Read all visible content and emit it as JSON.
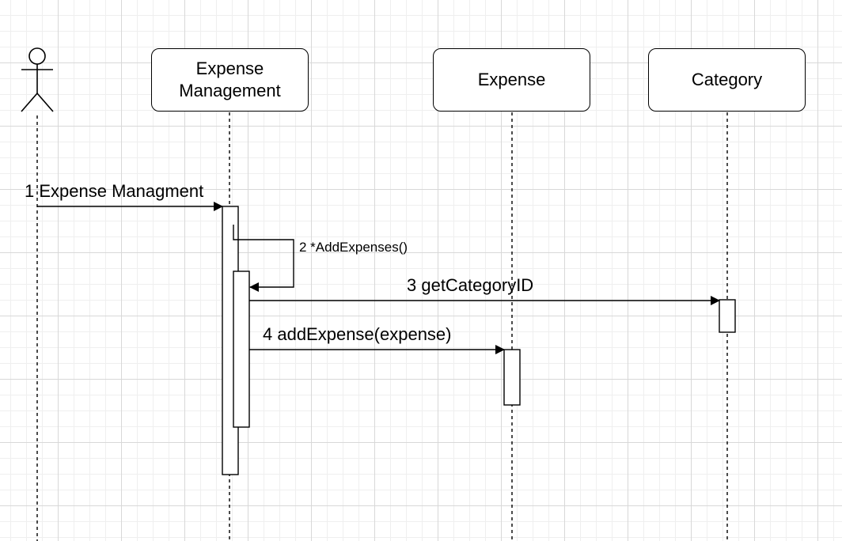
{
  "lifelines": {
    "expense_management": "Expense\nManagement",
    "expense": "Expense",
    "category": "Category"
  },
  "messages": {
    "m1": "1 Expense Managment",
    "m2": "2 *AddExpenses()",
    "m3": "3 getCategoryID",
    "m4": "4 addExpense(expense)"
  }
}
